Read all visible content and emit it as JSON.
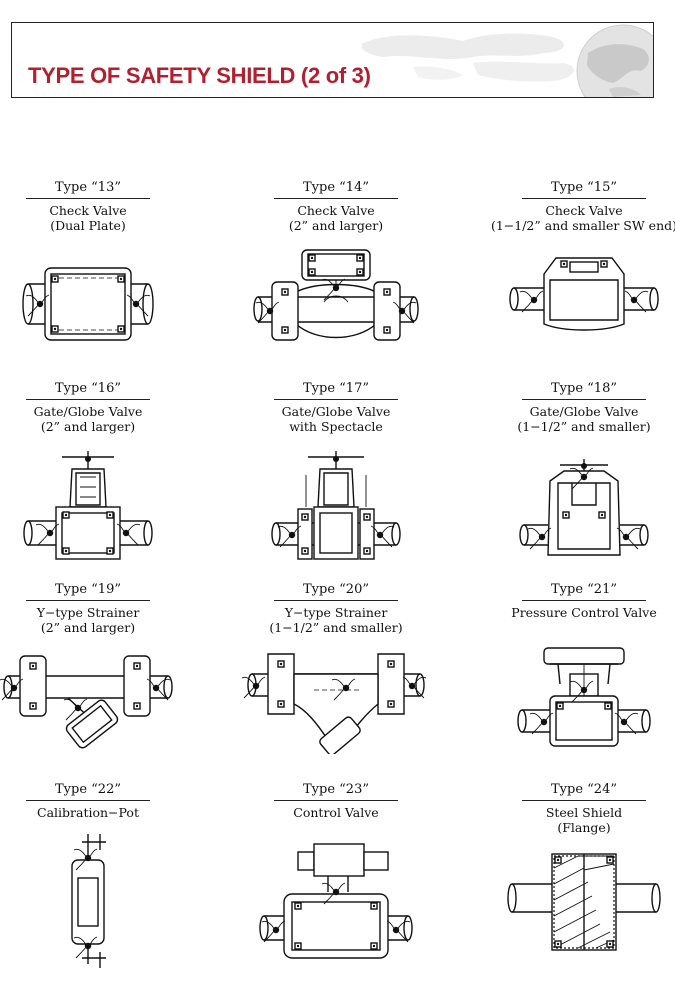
{
  "header": {
    "title": "TYPE OF SAFETY SHIELD (2 of 3)"
  },
  "cells": [
    {
      "type": "Type “13”",
      "lines": [
        "Check Valve",
        "(Dual Plate)"
      ]
    },
    {
      "type": "Type “14”",
      "lines": [
        "Check Valve",
        "(2” and larger)"
      ]
    },
    {
      "type": "Type “15”",
      "lines": [
        "Check Valve",
        "(1−1/2” and smaller SW end)"
      ]
    },
    {
      "type": "Type “16”",
      "lines": [
        "Gate/Globe Valve",
        "(2” and larger)"
      ]
    },
    {
      "type": "Type “17”",
      "lines": [
        "Gate/Globe Valve",
        "with Spectacle"
      ]
    },
    {
      "type": "Type “18”",
      "lines": [
        "Gate/Globe Valve",
        "(1−1/2” and smaller)"
      ]
    },
    {
      "type": "Type “19”",
      "lines": [
        "Y−type Strainer",
        "(2” and larger)"
      ]
    },
    {
      "type": "Type “20”",
      "lines": [
        "Y−type Strainer",
        "(1−1/2” and smaller)"
      ]
    },
    {
      "type": "Type “21”",
      "lines": [
        "Pressure Control Valve"
      ]
    },
    {
      "type": "Type “22”",
      "lines": [
        "Calibration−Pot"
      ]
    },
    {
      "type": "Type “23”",
      "lines": [
        "Control Valve"
      ]
    },
    {
      "type": "Type “24”",
      "lines": [
        "Steel Shield",
        "(Flange)"
      ]
    }
  ]
}
